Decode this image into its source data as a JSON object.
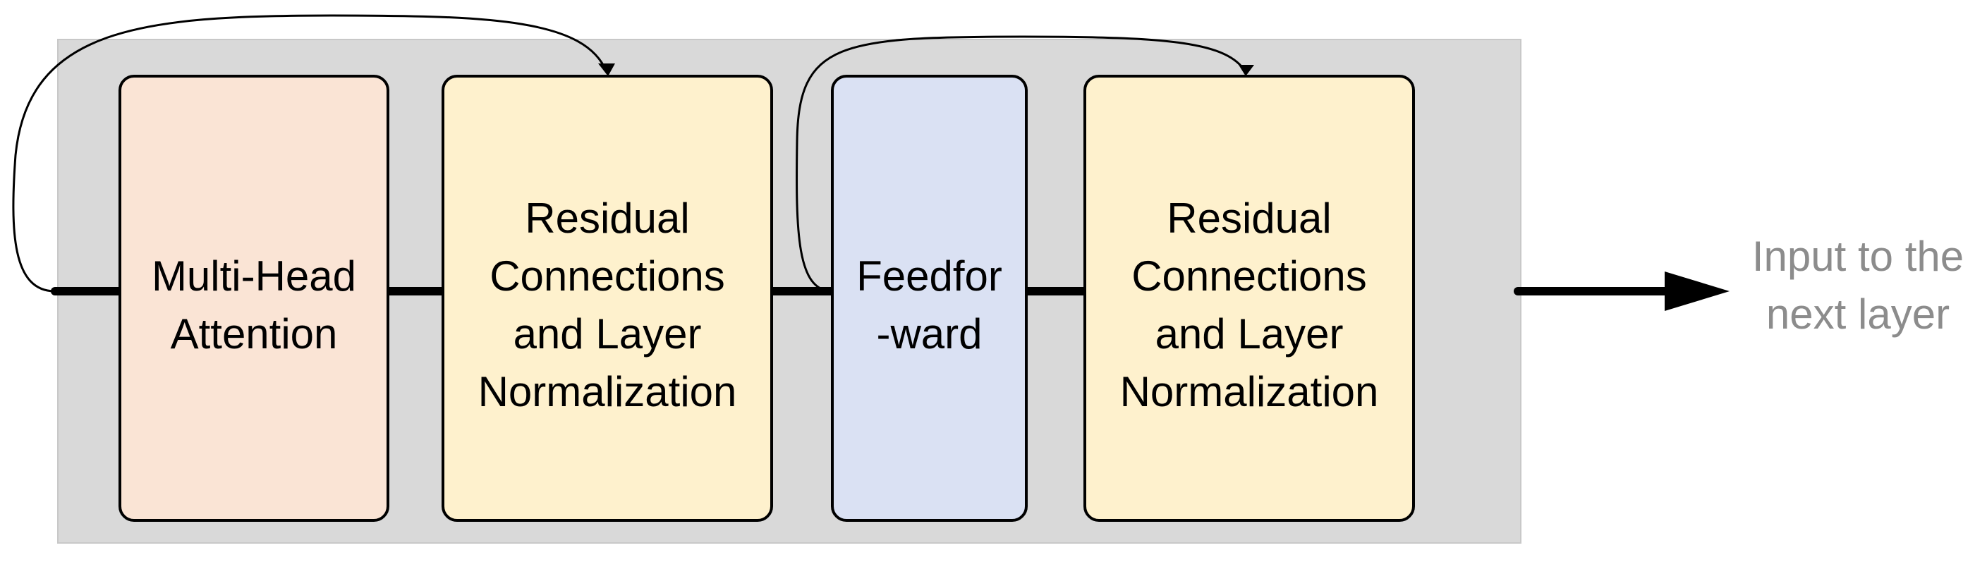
{
  "blocks": [
    {
      "id": "mha",
      "lines": [
        "Multi-Head",
        "Attention"
      ],
      "fill": "#fae4d5"
    },
    {
      "id": "norm1",
      "lines": [
        "Residual",
        "Connections",
        "and Layer",
        "Normalization"
      ],
      "fill": "#fef1cd"
    },
    {
      "id": "ff",
      "lines": [
        "Feedfor",
        "-ward"
      ],
      "fill": "#dae1f3"
    },
    {
      "id": "norm2",
      "lines": [
        "Residual",
        "Connections",
        "and Layer",
        "Normalization"
      ],
      "fill": "#fef1cd"
    }
  ],
  "output_label": {
    "lines": [
      "Input to the",
      "next layer"
    ]
  },
  "colors": {
    "container_fill": "#d9d9d9",
    "container_stroke": "#c8c8c8",
    "block_stroke": "#000000",
    "text": "#000000",
    "output_text": "#8c8c8c",
    "line": "#000000"
  }
}
